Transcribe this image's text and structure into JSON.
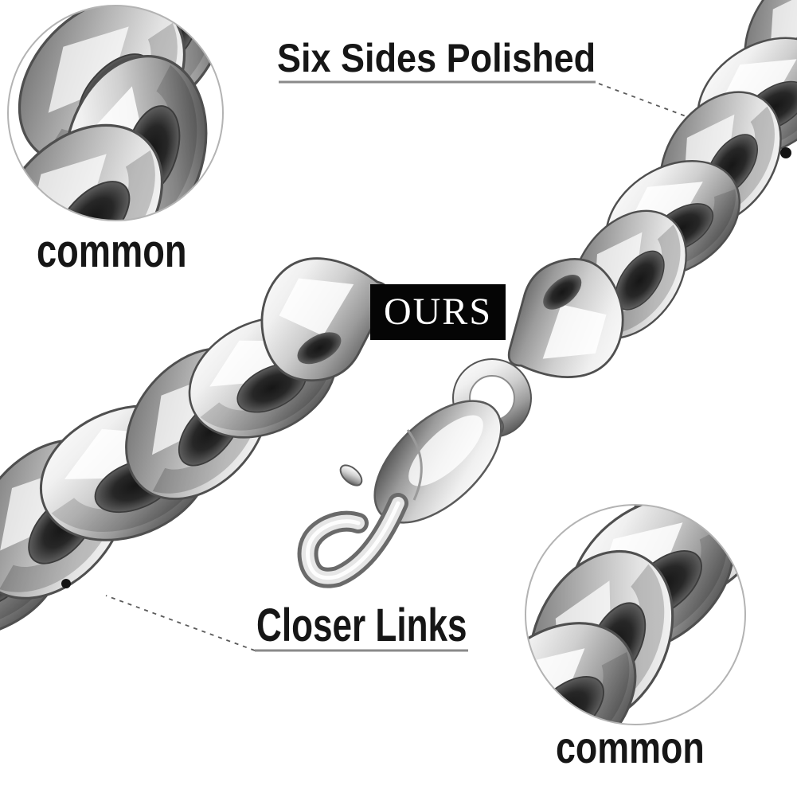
{
  "labels": {
    "six_sides_polished": "Six Sides Polished",
    "common_top_left": "common",
    "ours_badge": "OURS",
    "closer_links": "Closer Links",
    "common_bottom_right": "common"
  },
  "colors": {
    "text": "#161616",
    "badge_bg": "#050505",
    "badge_text": "#ffffff",
    "underline": "#8a8a8a",
    "leader": "#5a5a5a",
    "inset_border": "#b3b3b3",
    "metal_light": "#ffffff",
    "metal_mid": "#c4c4c4",
    "metal_dark": "#5f5f5f"
  }
}
